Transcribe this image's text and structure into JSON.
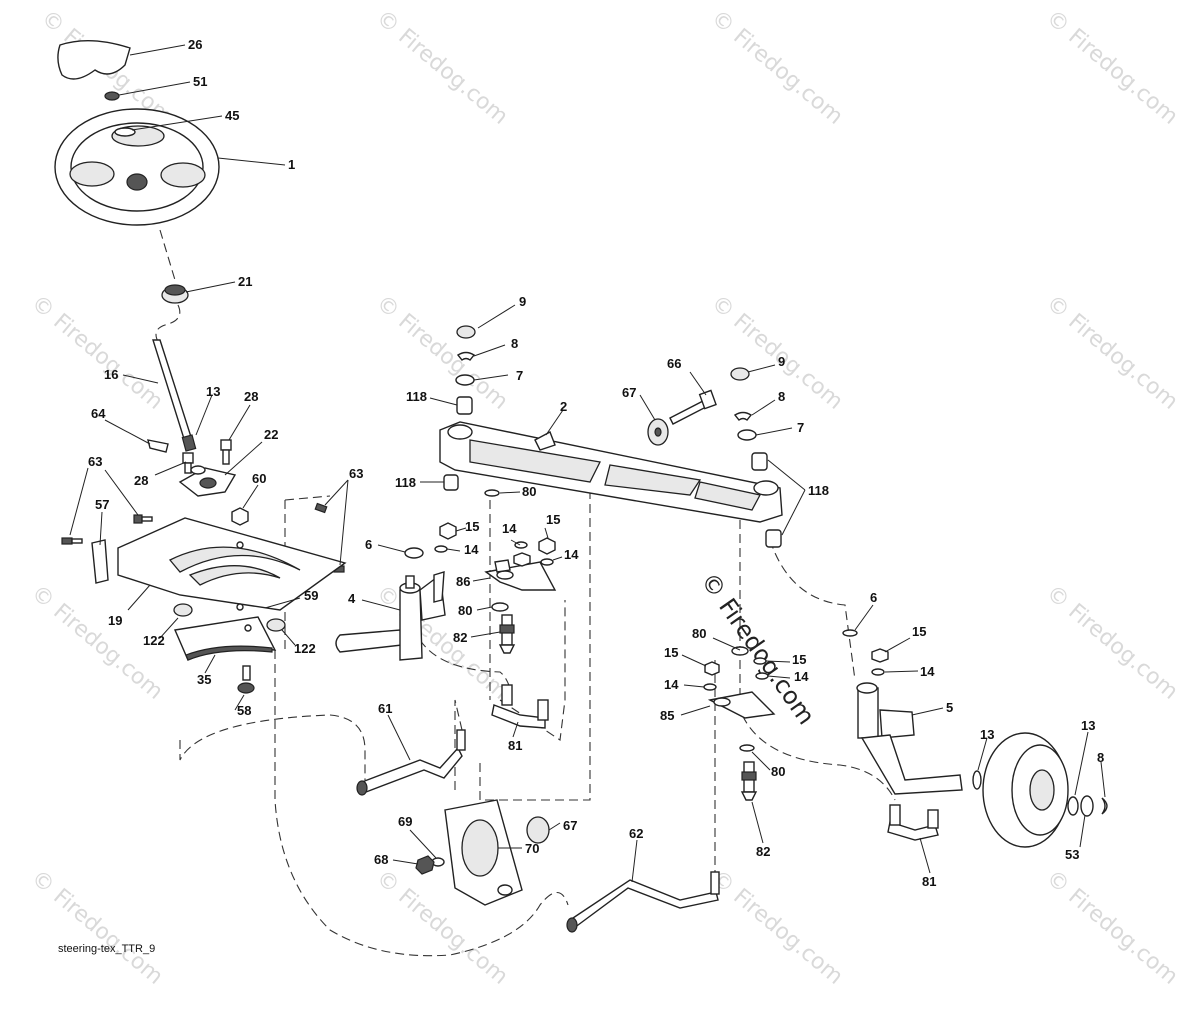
{
  "diagram": {
    "caption": "steering-tex_TTR_9",
    "watermark": "© Firedog.com",
    "callouts": [
      {
        "id": "c26",
        "text": "26"
      },
      {
        "id": "c51",
        "text": "51"
      },
      {
        "id": "c45",
        "text": "45"
      },
      {
        "id": "c1",
        "text": "1"
      },
      {
        "id": "c21",
        "text": "21"
      },
      {
        "id": "c16",
        "text": "16"
      },
      {
        "id": "c13a",
        "text": "13"
      },
      {
        "id": "c28a",
        "text": "28"
      },
      {
        "id": "c64",
        "text": "64"
      },
      {
        "id": "c22",
        "text": "22"
      },
      {
        "id": "c28b",
        "text": "28"
      },
      {
        "id": "c63a",
        "text": "63"
      },
      {
        "id": "c60",
        "text": "60"
      },
      {
        "id": "c63b",
        "text": "63"
      },
      {
        "id": "c57",
        "text": "57"
      },
      {
        "id": "c19",
        "text": "19"
      },
      {
        "id": "c59",
        "text": "59"
      },
      {
        "id": "c122a",
        "text": "122"
      },
      {
        "id": "c122b",
        "text": "122"
      },
      {
        "id": "c35",
        "text": "35"
      },
      {
        "id": "c58",
        "text": "58"
      },
      {
        "id": "c9a",
        "text": "9"
      },
      {
        "id": "c8a",
        "text": "8"
      },
      {
        "id": "c7a",
        "text": "7"
      },
      {
        "id": "c118a",
        "text": "118"
      },
      {
        "id": "c2",
        "text": "2"
      },
      {
        "id": "c118b",
        "text": "118"
      },
      {
        "id": "c80a",
        "text": "80"
      },
      {
        "id": "c66",
        "text": "66"
      },
      {
        "id": "c67a",
        "text": "67"
      },
      {
        "id": "c9b",
        "text": "9"
      },
      {
        "id": "c8b",
        "text": "8"
      },
      {
        "id": "c7b",
        "text": "7"
      },
      {
        "id": "c118c",
        "text": "118"
      },
      {
        "id": "c6a",
        "text": "6"
      },
      {
        "id": "c15a",
        "text": "15"
      },
      {
        "id": "c14a",
        "text": "14"
      },
      {
        "id": "c14b",
        "text": "14"
      },
      {
        "id": "c15b",
        "text": "15"
      },
      {
        "id": "c14c",
        "text": "14"
      },
      {
        "id": "c4",
        "text": "4"
      },
      {
        "id": "c86",
        "text": "86"
      },
      {
        "id": "c80b",
        "text": "80"
      },
      {
        "id": "c82a",
        "text": "82"
      },
      {
        "id": "c81a",
        "text": "81"
      },
      {
        "id": "c61",
        "text": "61"
      },
      {
        "id": "c67b",
        "text": "67"
      },
      {
        "id": "c69",
        "text": "69"
      },
      {
        "id": "c70",
        "text": "70"
      },
      {
        "id": "c68",
        "text": "68"
      },
      {
        "id": "c62",
        "text": "62"
      },
      {
        "id": "c80c",
        "text": "80"
      },
      {
        "id": "c15c",
        "text": "15"
      },
      {
        "id": "c15d",
        "text": "15"
      },
      {
        "id": "c14d",
        "text": "14"
      },
      {
        "id": "c14e",
        "text": "14"
      },
      {
        "id": "c85",
        "text": "85"
      },
      {
        "id": "c80d",
        "text": "80"
      },
      {
        "id": "c82b",
        "text": "82"
      },
      {
        "id": "c6b",
        "text": "6"
      },
      {
        "id": "c15e",
        "text": "15"
      },
      {
        "id": "c14f",
        "text": "14"
      },
      {
        "id": "c5",
        "text": "5"
      },
      {
        "id": "c13b",
        "text": "13"
      },
      {
        "id": "c13c",
        "text": "13"
      },
      {
        "id": "c8c",
        "text": "8"
      },
      {
        "id": "c53",
        "text": "53"
      },
      {
        "id": "c81b",
        "text": "81"
      }
    ]
  }
}
